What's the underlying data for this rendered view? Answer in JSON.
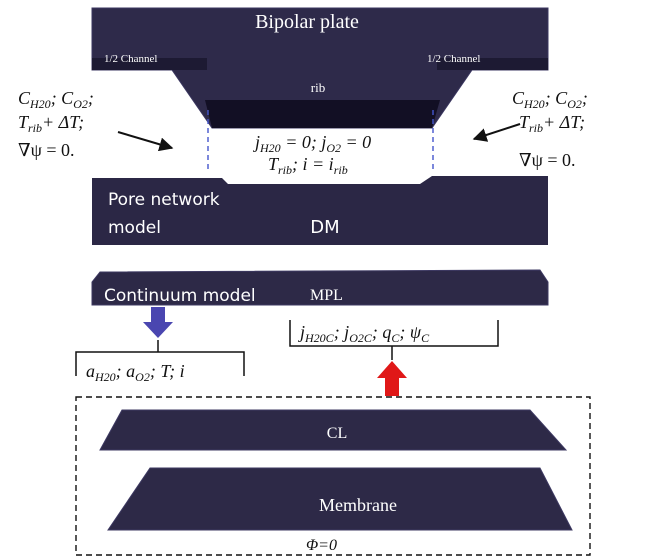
{
  "colors": {
    "plate": "#2e2a4a",
    "plate_edge": "#3b3760",
    "rib_dark": "#120f24",
    "layer": "#2d2947",
    "layer_light": "#3d3962",
    "arrow_down": "#4a46b0",
    "arrow_up": "#e01818",
    "text_light": "#ffffff",
    "text_dark": "#111111",
    "dashed": "#4455cc"
  },
  "bipolar": {
    "title": "Bipolar plate",
    "left_channel": "1/2 Channel",
    "right_channel": "1/2 Channel",
    "rib": "rib"
  },
  "boundary": {
    "left_line1": "C_H20; C_O2;",
    "left_line2": "T_rib + ΔT;",
    "left_line3": "∇ψ = 0.",
    "right_line1": "C_H20; C_O2;",
    "right_line2": "T_rib + ΔT;",
    "right_line3": "∇ψ = 0.",
    "rib_line1": "j_H20 = 0; j_O2 = 0",
    "rib_line2": "T_rib; i = i_rib"
  },
  "dm": {
    "pore_network_line1": "Pore network",
    "pore_network_line2": "model",
    "label": "DM"
  },
  "mpl": {
    "continuum": "Continuum model",
    "label": "MPL"
  },
  "coupling": {
    "down_vars": "a_H20; a_O2; T; i",
    "up_vars": "j_H20C; j_O2C; q_C; ψ_C"
  },
  "cl": {
    "label": "CL"
  },
  "membrane": {
    "label": "Membrane",
    "phi": "Φ=0"
  }
}
